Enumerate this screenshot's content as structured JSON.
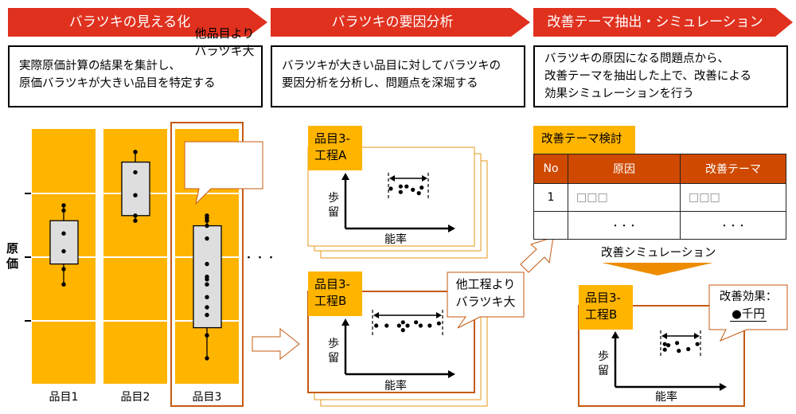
{
  "steps": [
    {
      "title": "バラツキの見える化",
      "description": [
        "実際原価計算の結果を集計し、",
        "原価バラツキが大きい品目を特定する"
      ]
    },
    {
      "title": "バラツキの要因分析",
      "description": [
        "バラツキが大きい品目に対してバラツキの",
        "要因分析を分析し、問題点を深堀する"
      ]
    },
    {
      "title": "改善テーマ抽出・シミュレーション",
      "description": [
        "バラツキの原因になる問題点から、",
        "改善テーマを抽出した上で、改善による",
        "効果シミュレーションを行う"
      ]
    }
  ],
  "colors": {
    "banner": "#e0311f",
    "column": "#ffb400",
    "accent_border": "#c55a11",
    "table_header": "#cf4a00",
    "sim_arrow": "#ee8c00",
    "box": "#dedede"
  },
  "boxplot": {
    "y_axis_label": "原価",
    "ellipsis": "・・・",
    "callout": [
      "他品目より",
      "バラツキ大"
    ],
    "items": [
      {
        "label": "品目1",
        "whisker_low": 0.61,
        "q1": 0.53,
        "q3": 0.36,
        "whisker_high": 0.3,
        "points": [
          0.3,
          0.32,
          0.41,
          0.48,
          0.55,
          0.61
        ]
      },
      {
        "label": "品目2",
        "whisker_low": 0.36,
        "q1": 0.34,
        "q3": 0.13,
        "whisker_high": 0.09,
        "points": [
          0.09,
          0.17,
          0.26,
          0.34,
          0.36
        ]
      },
      {
        "label": "品目3",
        "whisker_low": 0.9,
        "q1": 0.78,
        "q3": 0.38,
        "whisker_high": 0.34,
        "points": [
          0.34,
          0.35,
          0.36,
          0.38,
          0.43,
          0.53,
          0.58,
          0.59,
          0.61,
          0.66,
          0.7,
          0.73,
          0.81,
          0.9
        ]
      }
    ]
  },
  "process_a": {
    "label": [
      "品目3-",
      "工程A"
    ],
    "y_label": "歩留",
    "x_label": "能率",
    "points": [
      [
        0.0,
        0.5
      ],
      [
        0.28,
        0.3
      ],
      [
        0.28,
        0.8
      ],
      [
        0.45,
        0.3
      ],
      [
        0.63,
        0.6
      ],
      [
        0.8,
        0.9
      ],
      [
        0.88,
        0.4
      ]
    ]
  },
  "process_b": {
    "label": [
      "品目3-",
      "工程B"
    ],
    "y_label": "歩留",
    "x_label": "能率",
    "callout": [
      "他工程より",
      "バラツキ大"
    ],
    "points": [
      [
        0.02,
        0.5
      ],
      [
        0.18,
        0.5
      ],
      [
        0.37,
        0.5
      ],
      [
        0.43,
        0.2
      ],
      [
        0.43,
        0.9
      ],
      [
        0.5,
        0.5
      ],
      [
        0.63,
        0.2
      ],
      [
        0.7,
        0.5
      ],
      [
        0.84,
        0.5
      ],
      [
        0.98,
        0.3
      ]
    ]
  },
  "theme_table": {
    "label": "改善テーマ検討",
    "columns": [
      "No",
      "原因",
      "改善テーマ"
    ],
    "rows": [
      [
        "1",
        "□□□",
        "□□□"
      ],
      [
        "",
        "・・・",
        "・・・"
      ]
    ]
  },
  "simulation": {
    "label": "改善シミュレーション",
    "process_label": [
      "品目3-",
      "工程B"
    ],
    "y_label": "歩留",
    "x_label": "能率",
    "callout_title": "改善効果：",
    "callout_value": "●千円",
    "points": [
      [
        0.05,
        0.3
      ],
      [
        0.05,
        0.8
      ],
      [
        0.15,
        0.4
      ],
      [
        0.4,
        0.2
      ],
      [
        0.45,
        0.9
      ],
      [
        0.72,
        0.75
      ],
      [
        0.98,
        0.3
      ]
    ]
  }
}
